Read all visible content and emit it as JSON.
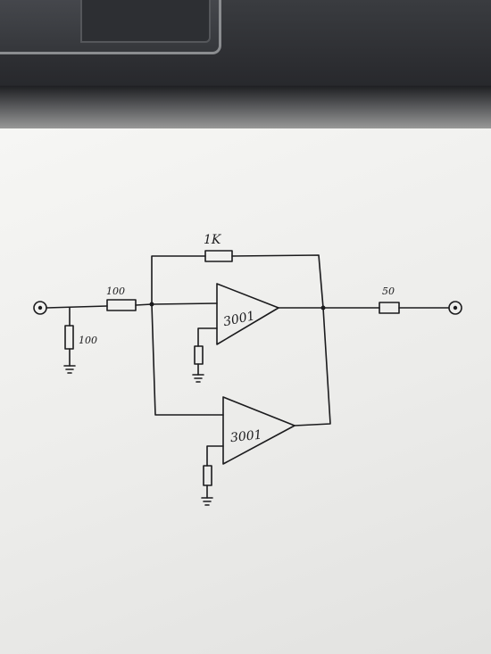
{
  "labels": {
    "feedback_resistor": "1K",
    "input_series_resistor": "100",
    "input_shunt_resistor": "100",
    "output_resistor": "50",
    "amp_main": "3001",
    "amp_secondary": "3001"
  },
  "colors": {
    "ink": "#1b1b1d",
    "paper": "#f0f0ee",
    "laptop": "#2a2c30"
  }
}
